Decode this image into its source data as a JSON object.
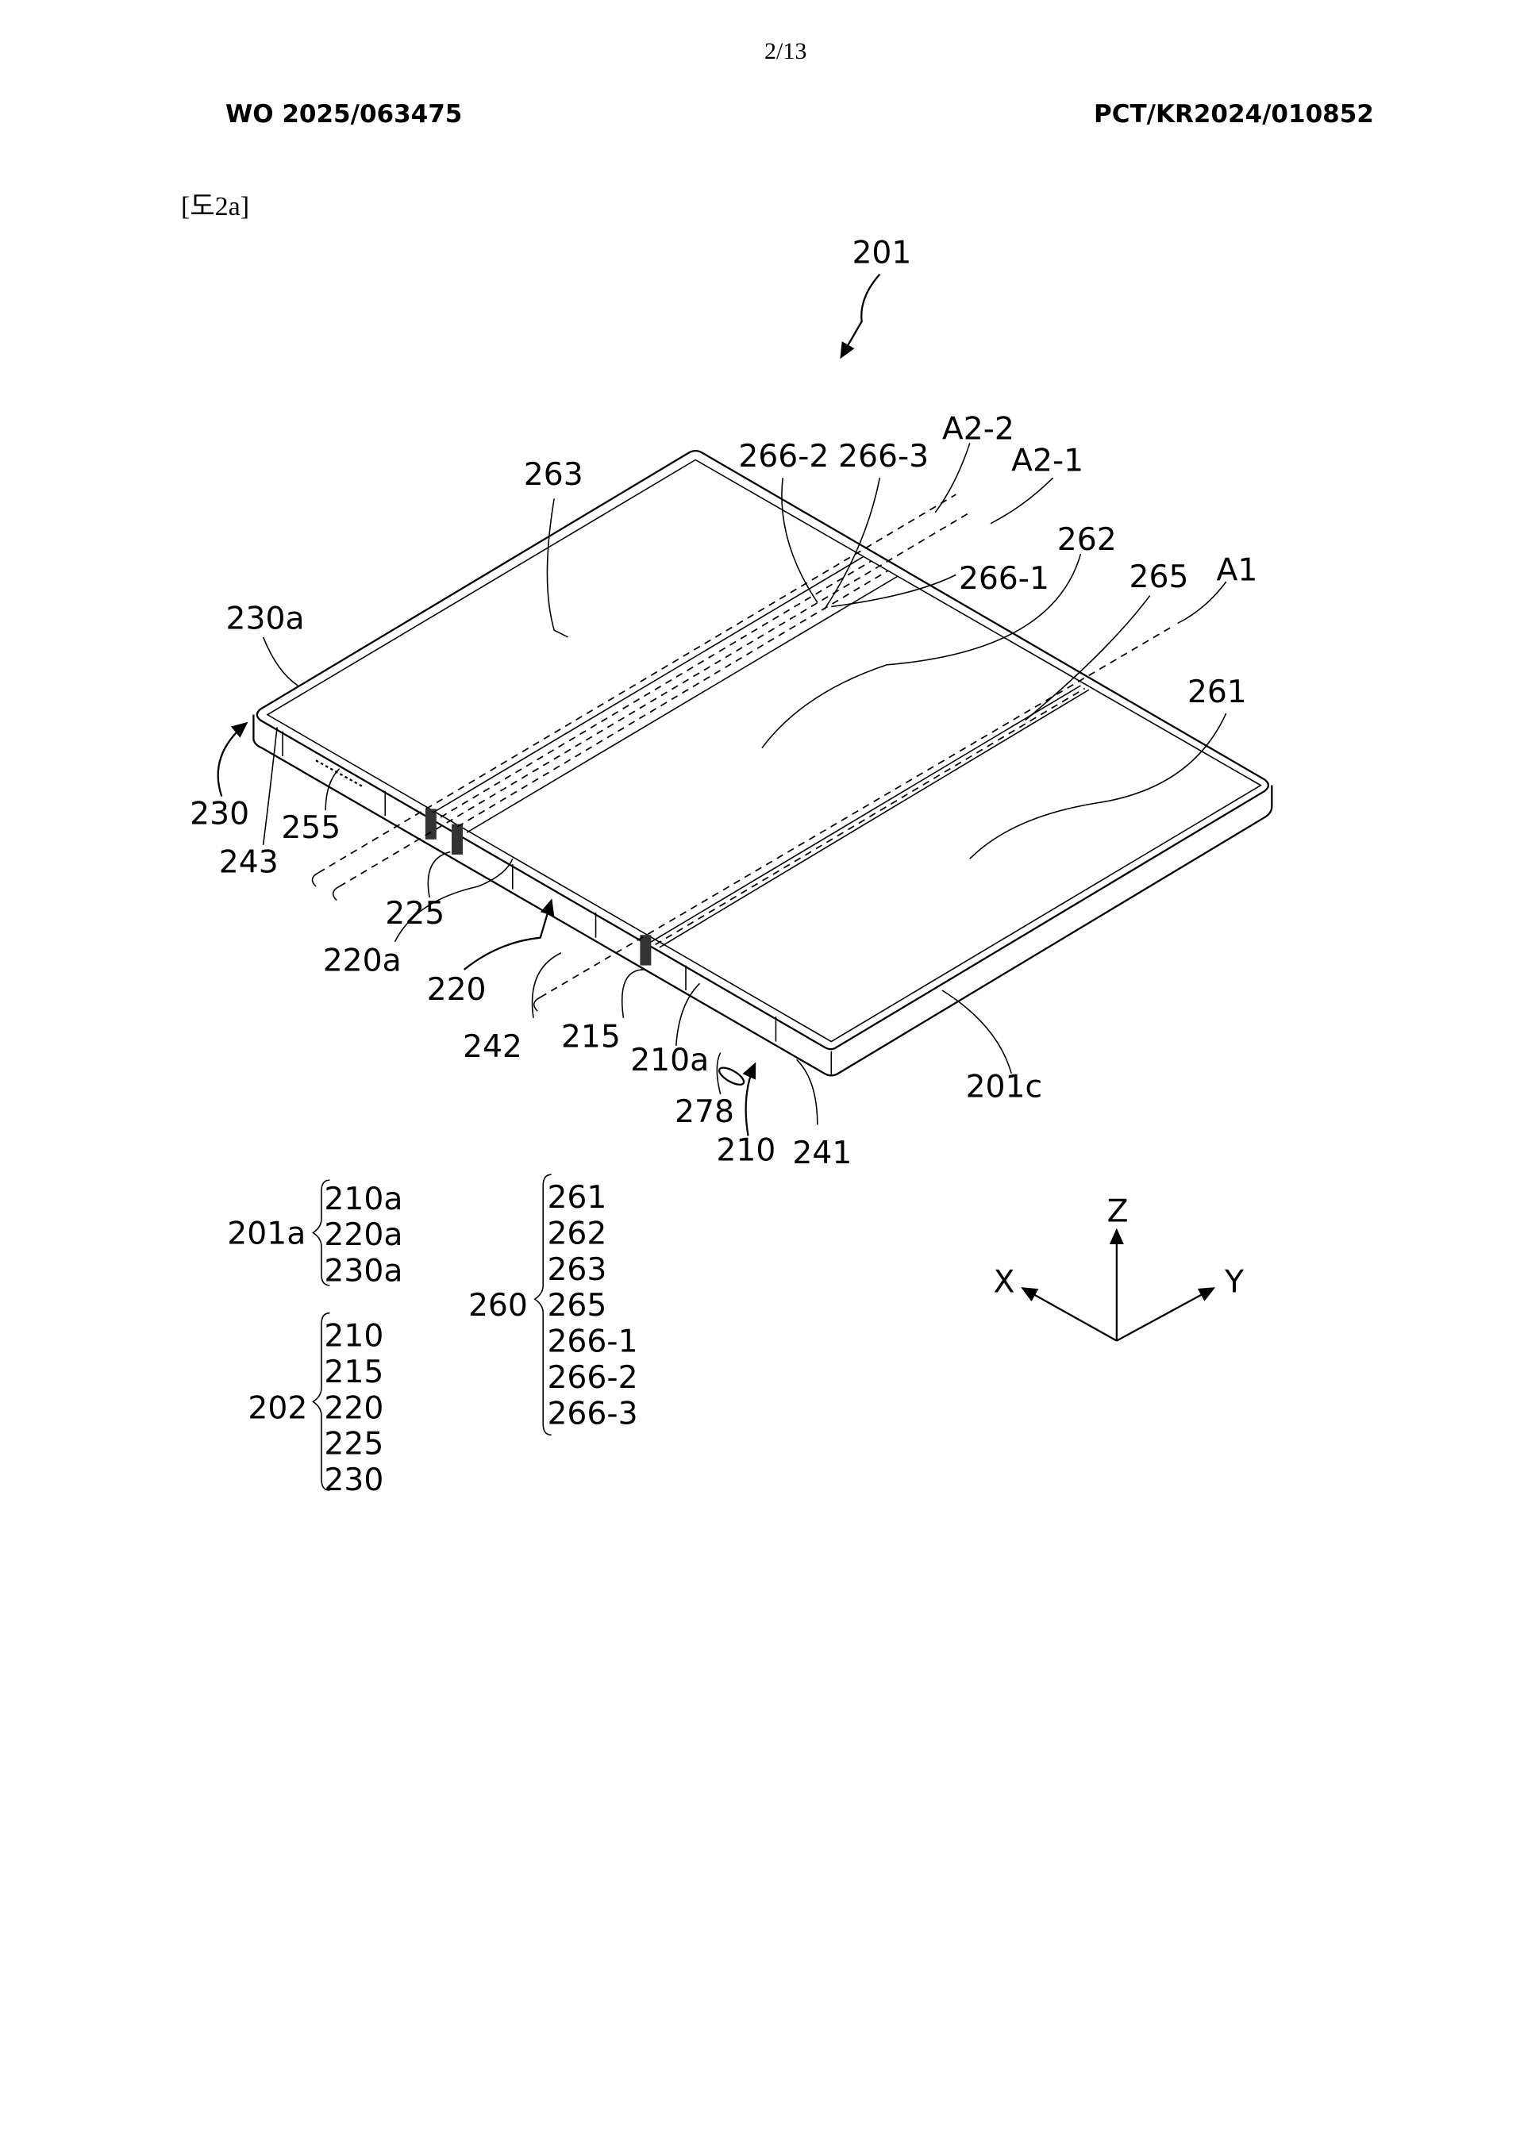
{
  "header": {
    "page_number": "2/13",
    "publication_number": "WO 2025/063475",
    "application_number": "PCT/KR2024/010852"
  },
  "figure": {
    "label": "[도2a]",
    "reference_labels": {
      "r201": "201",
      "r263": "263",
      "r266_2": "266-2",
      "r266_3": "266-3",
      "a2_2": "A2-2",
      "a2_1": "A2-1",
      "r262": "262",
      "r266_1": "266-1",
      "r265": "265",
      "a1": "A1",
      "r230a": "230a",
      "r261": "261",
      "r230": "230",
      "r255": "255",
      "r243": "243",
      "r225": "225",
      "r220a": "220a",
      "r220": "220",
      "r242": "242",
      "r215": "215",
      "r210a": "210a",
      "r278": "278",
      "r210": "210",
      "r241": "241",
      "r201c": "201c"
    },
    "legend_groups": [
      {
        "parent": "201a",
        "children": [
          "210a",
          "220a",
          "230a"
        ]
      },
      {
        "parent": "202",
        "children": [
          "210",
          "215",
          "220",
          "225",
          "230"
        ]
      },
      {
        "parent": "260",
        "children": [
          "261",
          "262",
          "263",
          "265",
          "266-1",
          "266-2",
          "266-3"
        ]
      }
    ],
    "axes": {
      "z": "Z",
      "x": "X",
      "y": "Y"
    }
  }
}
